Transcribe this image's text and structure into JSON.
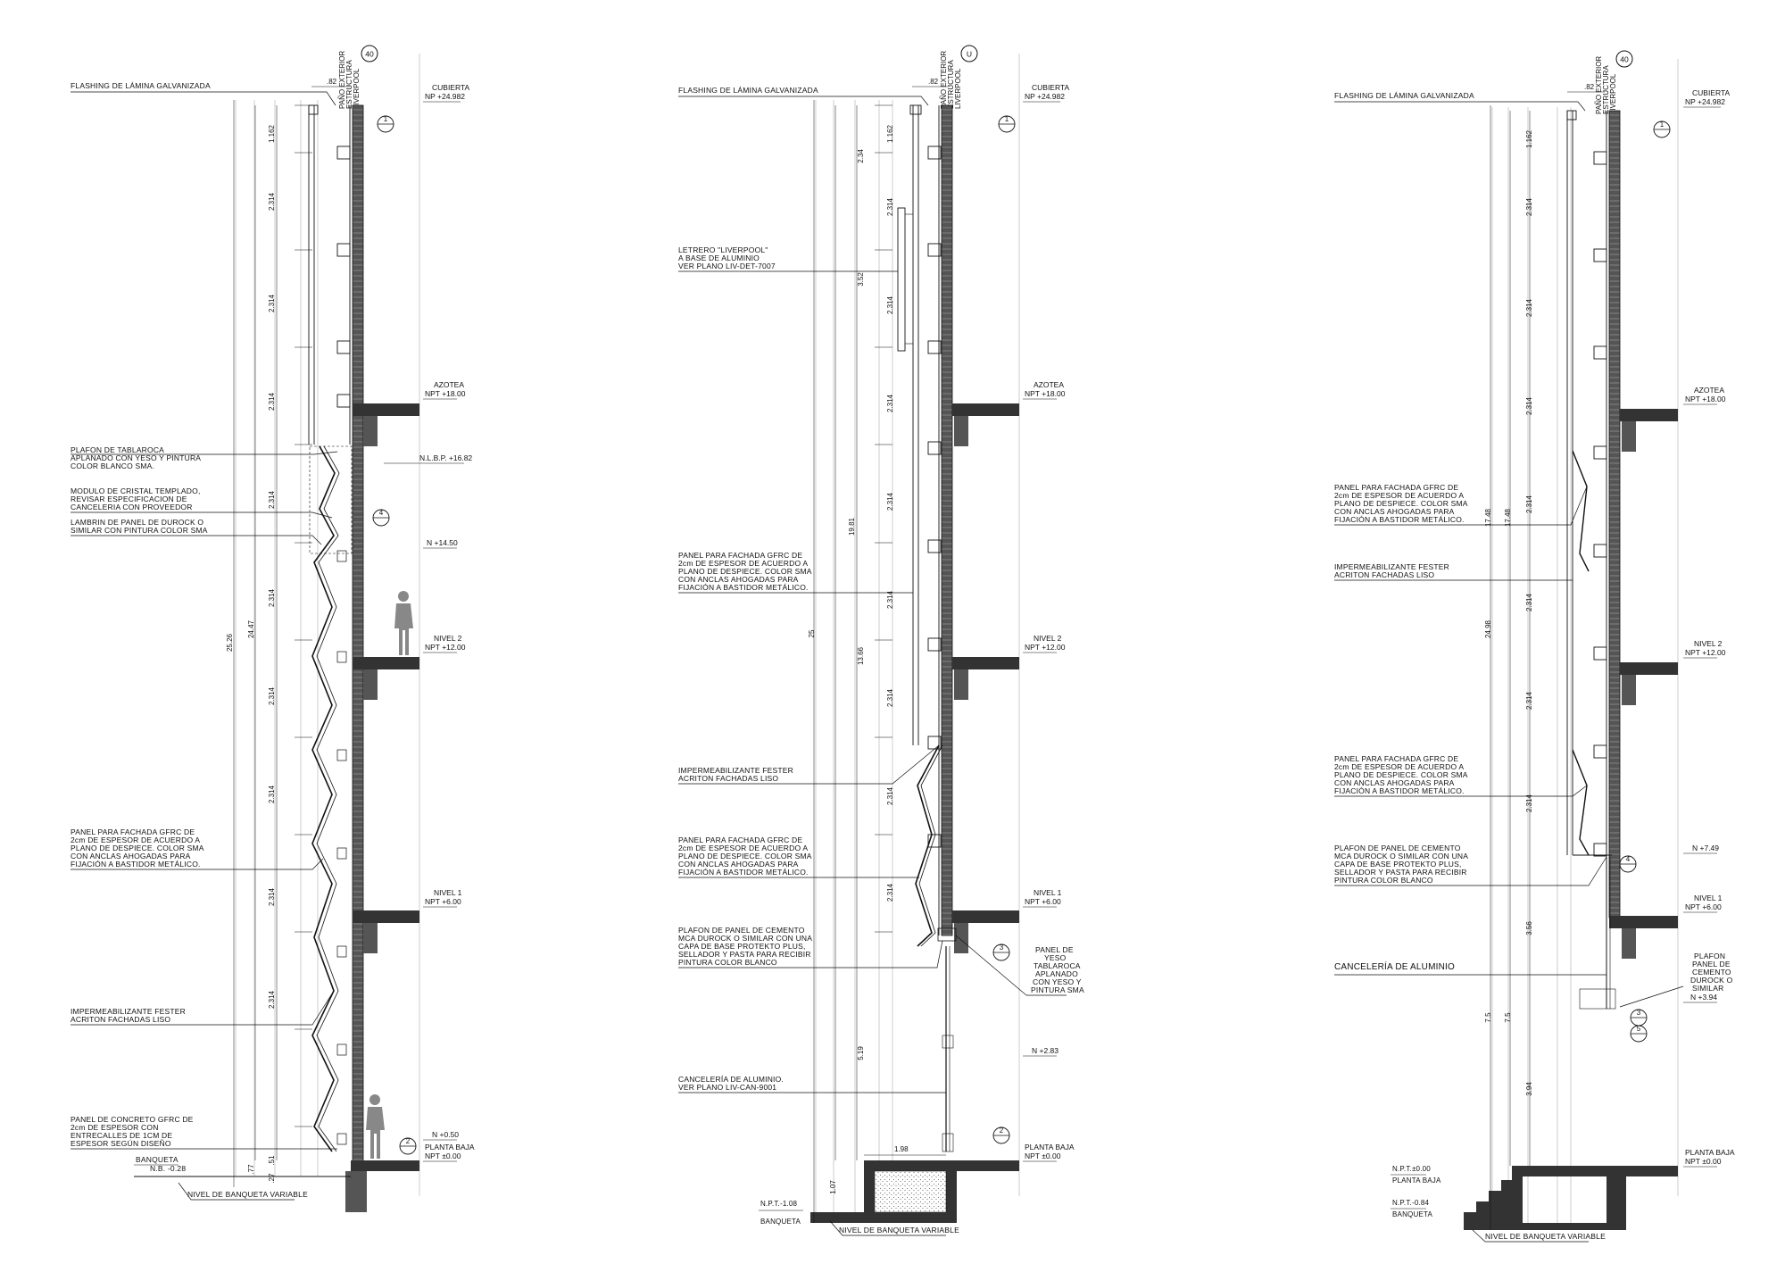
{
  "sections": [
    {
      "id": "s1",
      "axis": "40",
      "top_labels": [
        "PAÑO EXTERIOR",
        "ESTRUCTURA",
        "LIVERPOOL"
      ],
      "top_dim": ".82",
      "notes": [
        {
          "lines": [
            "FLASHING DE LÁMINA GALVANIZADA"
          ]
        },
        {
          "lines": [
            "PLAFON DE TABLAROCA",
            "APLANADO CON YESO Y PINTURA",
            "COLOR BLANCO SMA."
          ]
        },
        {
          "lines": [
            "MODULO DE CRISTAL TEMPLADO,",
            "REVISAR ESPECIFICACION DE",
            "CANCELERIA CON PROVEEDOR"
          ]
        },
        {
          "lines": [
            "LAMBRIN DE PANEL DE DUROCK O",
            "SIMILAR CON PINTURA COLOR SMA"
          ]
        },
        {
          "lines": [
            "PANEL PARA FACHADA GFRC DE",
            "2cm DE ESPESOR DE ACUERDO A",
            "PLANO DE DESPIECE. COLOR  SMA",
            "CON ANCLAS AHOGADAS PARA",
            "FIJACIÓN A BASTIDOR METÁLICO."
          ]
        },
        {
          "lines": [
            "IMPERMEABILIZANTE FESTER",
            "ACRITON FACHADAS LISO"
          ]
        },
        {
          "lines": [
            "PANEL DE CONCRETO GFRC DE",
            "2cm DE ESPESOR CON",
            "ENTRECALLES DE 1CM DE",
            "ESPESOR SEGÚN DISEÑO"
          ]
        },
        {
          "lines": [
            "BANQUETA",
            "N.B. -0.28"
          ]
        },
        {
          "lines": [
            "NIVEL DE BANQUETA VARIABLE"
          ]
        }
      ],
      "levels": [
        {
          "name": "CUBIERTA",
          "value": "NP  +24.982"
        },
        {
          "name": "AZOTEA",
          "value": "NPT  +18.00"
        },
        {
          "name": "",
          "value": "N.L.B.P.  +16.82"
        },
        {
          "name": "",
          "value": "N  +14.50"
        },
        {
          "name": "NIVEL 2",
          "value": "NPT  +12.00"
        },
        {
          "name": "NIVEL 1",
          "value": "NPT  +6.00"
        },
        {
          "name": "",
          "value": "N  +0.50"
        },
        {
          "name": "PLANTA BAJA",
          "value": "NPT  ±0.00"
        }
      ],
      "dims": [
        "1.162",
        "2.314",
        "2.314",
        "2.314",
        "2.314",
        "2.314",
        "2.314",
        "2.314",
        "2.314",
        "2.314",
        "25.26",
        "24.47",
        ".77",
        ".51",
        ".27"
      ],
      "markers": [
        "1",
        "4",
        "2"
      ]
    },
    {
      "id": "s2",
      "axis": "U",
      "top_labels": [
        "PAÑO EXTERIOR",
        "ESTRUCTURA",
        "LIVERPOOL"
      ],
      "top_dim": ".82",
      "notes": [
        {
          "lines": [
            "FLASHING DE LÁMINA GALVANIZADA"
          ]
        },
        {
          "lines": [
            "LETRERO \"LIVERPOOL\"",
            "A BASE DE ALUMINIO",
            "VER PLANO LIV-DET-7007"
          ]
        },
        {
          "lines": [
            "PANEL PARA FACHADA GFRC DE",
            "2cm DE ESPESOR DE ACUERDO A",
            "PLANO DE DESPIECE. COLOR  SMA",
            "CON ANCLAS AHOGADAS PARA",
            "FIJACIÓN A BASTIDOR METÁLICO."
          ]
        },
        {
          "lines": [
            "IMPERMEABILIZANTE FESTER",
            "ACRITON FACHADAS LISO"
          ]
        },
        {
          "lines": [
            "PANEL PARA FACHADA GFRC DE",
            "2cm DE ESPESOR DE ACUERDO A",
            "PLANO DE DESPIECE. COLOR  SMA",
            "CON ANCLAS AHOGADAS PARA",
            "FIJACIÓN A BASTIDOR METÁLICO."
          ]
        },
        {
          "lines": [
            "PLAFON DE PANEL DE CEMENTO",
            "MCA DUROCK O SIMILAR CON UNA",
            "CAPA DE BASE PROTEKTO PLUS,",
            "SELLADOR Y PASTA PARA RECIBIR",
            "PINTURA COLOR BLANCO"
          ]
        },
        {
          "lines": [
            "CANCELERÍA DE ALUMINIO.",
            "VER PLANO LIV-CAN-9001"
          ]
        },
        {
          "lines": [
            "PANEL DE",
            "YESO",
            "TABLAROCA",
            "APLANADO",
            "CON YESO Y",
            "PINTURA SMA"
          ]
        },
        {
          "lines": [
            "N.P.T.-1.08",
            "BANQUETA"
          ]
        },
        {
          "lines": [
            "NIVEL DE BANQUETA VARIABLE"
          ]
        }
      ],
      "levels": [
        {
          "name": "CUBIERTA",
          "value": "NP  +24.982"
        },
        {
          "name": "AZOTEA",
          "value": "NPT  +18.00"
        },
        {
          "name": "NIVEL 2",
          "value": "NPT  +12.00"
        },
        {
          "name": "NIVEL 1",
          "value": "NPT  +6.00"
        },
        {
          "name": "",
          "value": "N  +2.83"
        },
        {
          "name": "PLANTA BAJA",
          "value": "NPT  ±0.00"
        }
      ],
      "dims": [
        "1.162",
        "2.34",
        "2.314",
        "3.52",
        "2.314",
        "2.314",
        "2.314",
        "2.314",
        "2.314",
        "2.314",
        "2.314",
        "19.81",
        "13.66",
        "25",
        "5.19",
        "1.07",
        "1.98"
      ],
      "markers": [
        "1",
        "3",
        "2"
      ]
    },
    {
      "id": "s3",
      "axis": "40",
      "top_labels": [
        "PAÑO EXTERIOR",
        "ESTRUCTURA",
        "LIVERPOOL"
      ],
      "top_dim": ".82",
      "notes": [
        {
          "lines": [
            "FLASHING DE LÁMINA GALVANIZADA"
          ]
        },
        {
          "lines": [
            "PANEL PARA FACHADA GFRC DE",
            "2cm DE ESPESOR DE ACUERDO A",
            "PLANO DE DESPIECE. COLOR  SMA",
            "CON ANCLAS AHOGADAS PARA",
            "FIJACIÓN A BASTIDOR METÁLICO."
          ]
        },
        {
          "lines": [
            "IMPERMEABILIZANTE FESTER",
            "ACRITON FACHADAS LISO"
          ]
        },
        {
          "lines": [
            "PANEL PARA FACHADA GFRC DE",
            "2cm DE ESPESOR DE ACUERDO A",
            "PLANO DE DESPIECE. COLOR  SMA",
            "CON ANCLAS AHOGADAS PARA",
            "FIJACIÓN A BASTIDOR METÁLICO."
          ]
        },
        {
          "lines": [
            "PLAFON DE PANEL DE CEMENTO",
            "MCA DUROCK O SIMILAR CON UNA",
            "CAPA DE BASE PROTEKTO PLUS,",
            "SELLADOR Y PASTA PARA RECIBIR",
            "PINTURA COLOR BLANCO"
          ]
        },
        {
          "lines": [
            "CANCELERÍA DE ALUMINIO"
          ]
        },
        {
          "lines": [
            "PLAFON",
            "PANEL DE",
            "CEMENTO",
            "DUROCK O",
            "SIMILAR"
          ]
        },
        {
          "lines": [
            "N.P.T.±0.00",
            "PLANTA BAJA"
          ]
        },
        {
          "lines": [
            "N.P.T.-0.84",
            "BANQUETA"
          ]
        },
        {
          "lines": [
            "NIVEL DE BANQUETA VARIABLE"
          ]
        }
      ],
      "levels": [
        {
          "name": "CUBIERTA",
          "value": "NP  +24.982"
        },
        {
          "name": "AZOTEA",
          "value": "NPT  +18.00"
        },
        {
          "name": "NIVEL 2",
          "value": "NPT  +12.00"
        },
        {
          "name": "",
          "value": "N  +7.49"
        },
        {
          "name": "NIVEL 1",
          "value": "NPT  +6.00"
        },
        {
          "name": "",
          "value": "N  +3.94"
        },
        {
          "name": "PLANTA BAJA",
          "value": "NPT  ±0.00"
        }
      ],
      "dims": [
        "1.162",
        "2.314",
        "2.314",
        "2.314",
        "2.314",
        "2.314",
        "2.314",
        "2.314",
        "24.98",
        "17.48",
        "17.48",
        "3.56",
        "7.5",
        "7.5",
        "3.94"
      ],
      "markers": [
        "1",
        "4",
        "3",
        "5"
      ]
    }
  ]
}
